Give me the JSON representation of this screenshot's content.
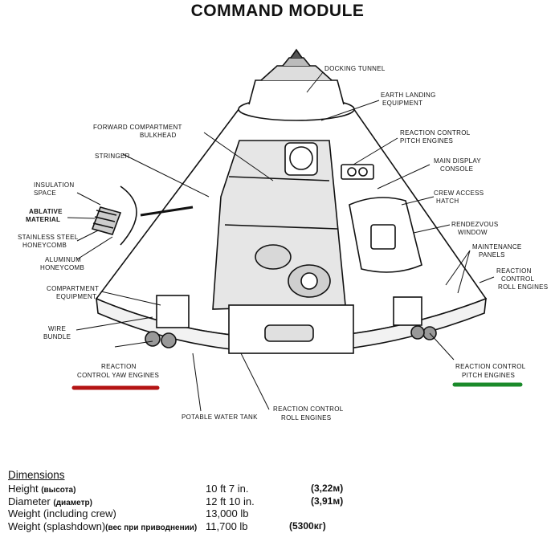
{
  "title": "COMMAND MODULE",
  "labels": {
    "docking_tunnel": "DOCKING TUNNEL",
    "earth_landing_1": "EARTH LANDING",
    "earth_landing_2": "EQUIPMENT",
    "forward_bulkhead_1": "FORWARD COMPARTMENT",
    "forward_bulkhead_2": "BULKHEAD",
    "rc_pitch_top_1": "REACTION CONTROL",
    "rc_pitch_top_2": "PITCH ENGINES",
    "stringer": "STRINGER",
    "main_display_1": "MAIN DISPLAY",
    "main_display_2": "CONSOLE",
    "insulation_1": "INSULATION",
    "insulation_2": "SPACE",
    "crew_hatch_1": "CREW ACCESS",
    "crew_hatch_2": "HATCH",
    "ablative_1": "ABLATIVE",
    "ablative_2": "MATERIAL",
    "rendezvous_1": "RENDEZVOUS",
    "rendezvous_2": "WINDOW",
    "stainless_1": "STAINLESS STEEL",
    "stainless_2": "HONEYCOMB",
    "maintenance_1": "MAINTENANCE",
    "maintenance_2": "PANELS",
    "aluminum_1": "ALUMINUM",
    "aluminum_2": "HONEYCOMB",
    "rc_roll_right_1": "REACTION",
    "rc_roll_right_2": "CONTROL",
    "rc_roll_right_3": "ROLL ENGINES",
    "compartment_1": "COMPARTMENT",
    "compartment_2": "EQUIPMENT",
    "wire_1": "WIRE",
    "wire_2": "BUNDLE",
    "rc_yaw_1": "REACTION",
    "rc_yaw_2": "CONTROL YAW ENGINES",
    "rc_pitch_bottom_1": "REACTION CONTROL",
    "rc_pitch_bottom_2": "PITCH ENGINES",
    "rc_roll_bottom_1": "REACTION CONTROL",
    "rc_roll_bottom_2": "ROLL ENGINES",
    "potable_water": "POTABLE WATER TANK"
  },
  "colors": {
    "yaw_underline": "#b41414",
    "pitch_underline": "#1a8a2a"
  },
  "dimensions": {
    "heading": "Dimensions",
    "rows": [
      {
        "name": "Height",
        "name_ru": "(высота)",
        "value": "10 ft  7 in.",
        "metric": "(3,22м)"
      },
      {
        "name": "Diameter",
        "name_ru": "(диаметр)",
        "value": "12 ft  10 in.",
        "metric": "(3,91м)"
      },
      {
        "name": "Weight  (including crew)",
        "name_ru": "",
        "value": "13,000 lb",
        "metric": ""
      },
      {
        "name": "Weight  (splashdown)",
        "name_ru": "(вес при приводнении)",
        "value": "11,700 lb",
        "metric": "(5300кг)"
      }
    ]
  }
}
